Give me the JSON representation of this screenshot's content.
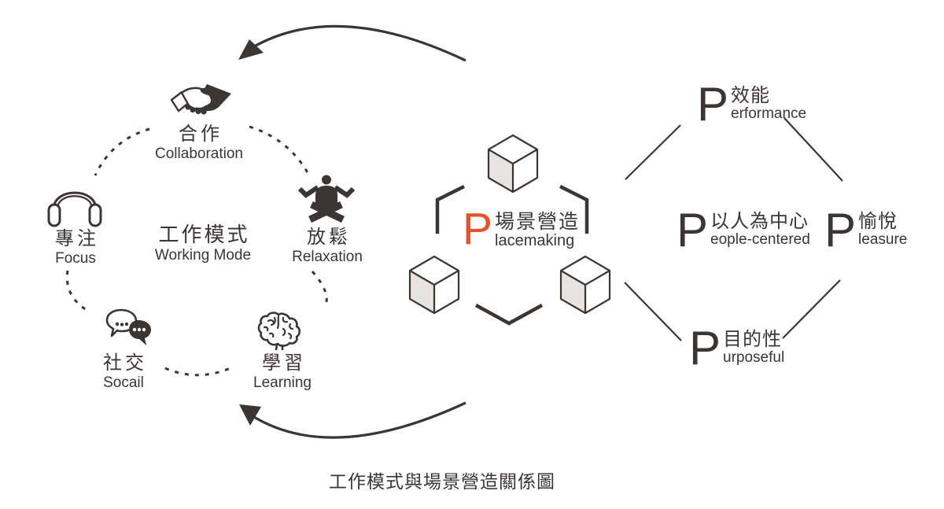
{
  "caption": "工作模式與場景營造關係圖",
  "working_mode": {
    "zh": "工作模式",
    "en": "Working Mode",
    "nodes": {
      "collaboration": {
        "zh": "合作",
        "en": "Collaboration"
      },
      "focus": {
        "zh": "專注",
        "en": "Focus"
      },
      "relaxation": {
        "zh": "放鬆",
        "en": "Relaxation"
      },
      "social": {
        "zh": "社交",
        "en": "Socail"
      },
      "learning": {
        "zh": "學習",
        "en": "Learning"
      }
    }
  },
  "placemaking": {
    "initial": "P",
    "zh": "場景營造",
    "en": "lacemaking"
  },
  "principles": {
    "performance": {
      "initial": "P",
      "zh": "效能",
      "en": "erformance"
    },
    "people_centered": {
      "initial": "P",
      "zh": "以人為中心",
      "en": "eople-centered"
    },
    "pleasure": {
      "initial": "P",
      "zh": "愉悅",
      "en": "leasure"
    },
    "purposeful": {
      "initial": "P",
      "zh": "目的性",
      "en": "urposeful"
    }
  },
  "icons": {
    "collaboration": "handshake-icon",
    "focus": "headphones-icon",
    "relaxation": "meditation-icon",
    "social": "chat-bubbles-icon",
    "learning": "brain-icon",
    "placemaking": "cube-icon"
  },
  "colors": {
    "ink": "#3B3533",
    "accent": "#E8512B",
    "cube_face": "#E6E3E1"
  }
}
